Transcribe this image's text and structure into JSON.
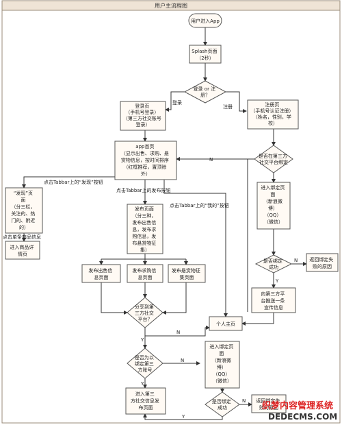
{
  "title": "用户主流程图",
  "nodes": {
    "start": "用户进入App",
    "splash": [
      "Splash页面",
      "（2秒）"
    ],
    "login_or_register": [
      "登录 or 注",
      "册？"
    ],
    "login_page": [
      "登录页",
      "（手机号登录）",
      "（第三方社交账号",
      "登录）"
    ],
    "register_page": [
      "注册页",
      "（手机号认证注册）",
      "（姓名，性别，学",
      "校）"
    ],
    "app_home": [
      "app首页",
      "（显示出售、求购、悬",
      "赏物信息，按时间排序",
      "（红框推荐，置顶除",
      "外）"
    ],
    "bound_third_party": [
      "是否在第三方",
      "社交平台绑定"
    ],
    "enter_bind_page": [
      "进入绑定页",
      "面",
      "（新浪微",
      "博）",
      "（QQ）",
      "（微信）"
    ],
    "discover_page": [
      "“发现”页",
      "面",
      "（分三栏，",
      "关注的、热",
      "门的、附近",
      "的）"
    ],
    "goods_detail": [
      "进入商品详",
      "情页"
    ],
    "publish_page": [
      "发布页面",
      "（分三种，",
      "发布出售信",
      "息，发布求",
      "购信息，发",
      "布悬赏物征",
      "集）"
    ],
    "publish_sell": [
      "发布出售信",
      "息页面"
    ],
    "publish_buy": [
      "发布求购信",
      "息页面"
    ],
    "publish_reward": [
      "发布悬赏物征",
      "集页面"
    ],
    "share_decision": [
      "分享到第",
      "三方社交",
      "平台？"
    ],
    "personal_home": [
      "个人主页"
    ],
    "bind_success_right": [
      "是否绑定",
      "成功"
    ],
    "push_message": [
      "向第三方平",
      "台推送一条",
      "宣传信息"
    ],
    "return_fail_right": [
      "返回绑定失",
      "败的原因"
    ],
    "bound_account_decision": [
      "是否为以",
      "绑定第三",
      "方账号"
    ],
    "enter_bind_page_2": [
      "进入绑定页",
      "面",
      "（新浪微",
      "博）",
      "（QQ）",
      "（微信）"
    ],
    "enter_social_publish": [
      "进入第三",
      "方社交信息发",
      "布页面"
    ],
    "bind_success_bottom": [
      "是否绑定",
      "成功"
    ],
    "return_fail_bottom": [
      "返回绑定失",
      "败的原因"
    ]
  },
  "edge_labels": {
    "login": "登录",
    "register": "注册",
    "tab_discover": "点击Tabbar上的“发现”按钮",
    "tab_publish": "点击Tabbar上的发布按钮",
    "tab_mine": "点击Tabbar上的“我的”按钮",
    "click_item": "点击单条商品信息",
    "yes": "Y",
    "no": "N"
  },
  "watermark": {
    "line1": "织梦内容管理系统",
    "line2": "DEDECMS.COM"
  }
}
